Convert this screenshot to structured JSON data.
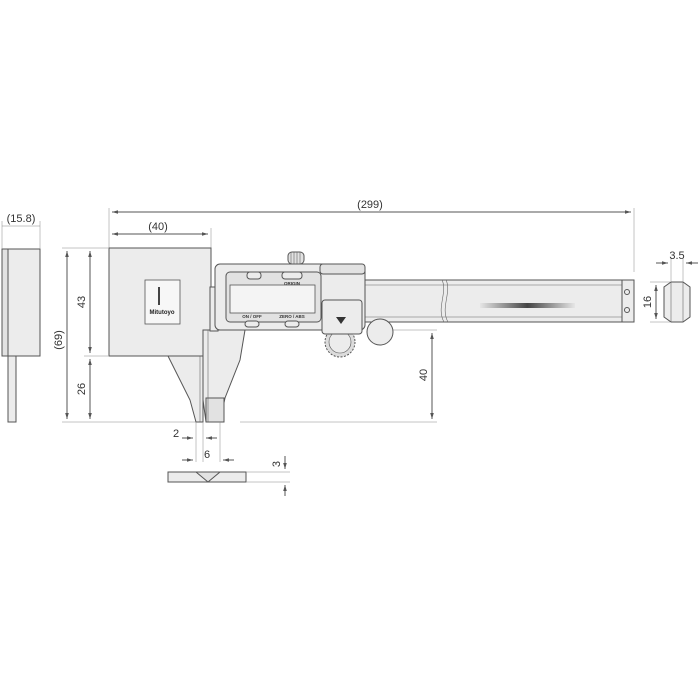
{
  "drawing": {
    "brand_logo": "Mitutoyo",
    "button_labels": {
      "origin": "ORIGIN",
      "on_off": "ON / OFF",
      "zero_abs": "ZERO / ABS"
    },
    "dimensions": {
      "overall_length": "(299)",
      "head_width": "(40)",
      "side_thickness": "(15.8)",
      "overall_height": "(69)",
      "head_height": "43",
      "jaw_height": "26",
      "jaw_depth": "40",
      "tip_a": "2",
      "tip_b": "6",
      "tip_thickness": "3",
      "beam_width": "3.5",
      "beam_height": "16"
    }
  }
}
